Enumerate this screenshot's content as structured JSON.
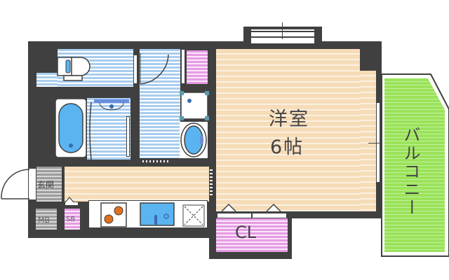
{
  "floorplan": {
    "rooms": [
      {
        "id": "western-room",
        "label": "洋室",
        "size": "6帖"
      },
      {
        "id": "closet",
        "label": "CL"
      },
      {
        "id": "balcony",
        "label": "バルコニー"
      },
      {
        "id": "entrance",
        "label": "玄関"
      },
      {
        "id": "meter-box",
        "label": "MB"
      },
      {
        "id": "shoe-box",
        "label": "SB"
      },
      {
        "id": "kitchen",
        "label": ""
      },
      {
        "id": "toilet",
        "label": ""
      },
      {
        "id": "bathroom",
        "label": ""
      },
      {
        "id": "washroom",
        "label": ""
      }
    ],
    "colors": {
      "wall": "#404040",
      "wet_area": "#a9cdef",
      "flooring": "#f6dcb8",
      "storage": "#e59ce4",
      "balcony": "#9ae35a",
      "entrance": "#9c9c9c",
      "fixture_blue": "#5ab4f0",
      "stove_burner": "#e0701a"
    }
  }
}
